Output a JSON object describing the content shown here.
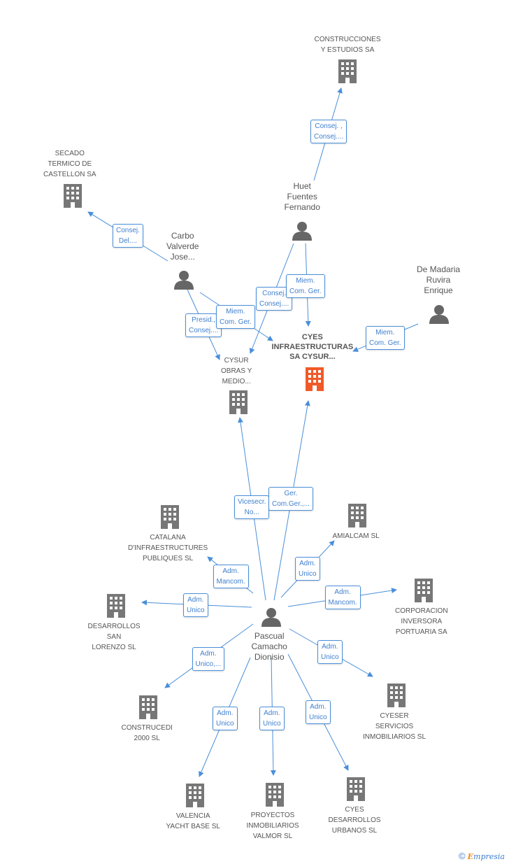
{
  "colors": {
    "edge": "#4a8fd9",
    "company": "#777777",
    "company_main": "#f05a28",
    "person": "#666666"
  },
  "companies": [
    {
      "id": "construcciones",
      "label": [
        "CONSTRUCCIONES",
        "Y ESTUDIOS SA"
      ],
      "main": false
    },
    {
      "id": "secado",
      "label": [
        "SECADO",
        "TERMICO DE",
        "CASTELLON SA"
      ],
      "main": false
    },
    {
      "id": "cyes_infra",
      "label": [
        "CYES",
        "INFRAESTRUCTURAS",
        "SA CYSUR..."
      ],
      "main": true
    },
    {
      "id": "cysur",
      "label": [
        "CYSUR",
        "OBRAS Y",
        "MEDIO..."
      ],
      "main": false
    },
    {
      "id": "catalana",
      "label": [
        "CATALANA",
        "D'INFRAESTRUCTURES",
        "PUBLIQUES  SL"
      ],
      "main": false
    },
    {
      "id": "amialcam",
      "label": [
        "AMIALCAM SL"
      ],
      "main": false
    },
    {
      "id": "desarrollos_san",
      "label": [
        "DESARROLLOS",
        "SAN",
        "LORENZO SL"
      ],
      "main": false
    },
    {
      "id": "corporacion",
      "label": [
        "CORPORACION",
        "INVERSORA",
        "PORTUARIA SA"
      ],
      "main": false
    },
    {
      "id": "construcedi",
      "label": [
        "CONSTRUCEDI",
        "2000 SL"
      ],
      "main": false
    },
    {
      "id": "cyeser",
      "label": [
        "CYESER",
        "SERVICIOS",
        "INMOBILIARIOS SL"
      ],
      "main": false
    },
    {
      "id": "valencia",
      "label": [
        "VALENCIA",
        "YACHT BASE SL"
      ],
      "main": false
    },
    {
      "id": "proyectos",
      "label": [
        "PROYECTOS",
        "INMOBILIARIOS",
        "VALMOR SL"
      ],
      "main": false
    },
    {
      "id": "cyes_desarrollos",
      "label": [
        "CYES",
        "DESARROLLOS",
        "URBANOS SL"
      ],
      "main": false
    }
  ],
  "persons": [
    {
      "id": "huet",
      "label": [
        "Huet",
        "Fuentes",
        "Fernando"
      ]
    },
    {
      "id": "carbo",
      "label": [
        "Carbo",
        "Valverde",
        "Jose..."
      ]
    },
    {
      "id": "demadaria",
      "label": [
        "De Madaria",
        "Ruvira",
        "Enrique"
      ]
    },
    {
      "id": "pascual",
      "label": [
        "Pascual",
        "Camacho",
        "Dionisio"
      ]
    }
  ],
  "relations": [
    {
      "from": "huet",
      "to": "construcciones",
      "label": [
        "Consej. ,",
        "Consej...."
      ]
    },
    {
      "from": "carbo",
      "to": "secado",
      "label": [
        "Consej.",
        "Del...."
      ]
    },
    {
      "from": "huet",
      "to": "cysur",
      "label": [
        "Consej.",
        "Consej...."
      ]
    },
    {
      "from": "huet",
      "to": "cyes_infra",
      "label": [
        "Miem.",
        "Com. Ger."
      ]
    },
    {
      "from": "carbo",
      "to": "cysur",
      "label": [
        "Presid.,",
        "Consej...."
      ]
    },
    {
      "from": "carbo",
      "to": "cyes_infra",
      "label": [
        "Miem.",
        "Com. Ger."
      ]
    },
    {
      "from": "demadaria",
      "to": "cyes_infra",
      "label": [
        "Miem.",
        "Com. Ger."
      ]
    },
    {
      "from": "pascual",
      "to": "cysur",
      "label": [
        "Vicesecr.",
        "No..."
      ]
    },
    {
      "from": "pascual",
      "to": "cyes_infra",
      "label": [
        "Ger.",
        "Com.Ger.,..."
      ]
    },
    {
      "from": "pascual",
      "to": "catalana",
      "label": [
        "Adm.",
        "Mancom."
      ]
    },
    {
      "from": "pascual",
      "to": "amialcam",
      "label": [
        "Adm.",
        "Unico"
      ]
    },
    {
      "from": "pascual",
      "to": "desarrollos_san",
      "label": [
        "Adm.",
        "Unico"
      ]
    },
    {
      "from": "pascual",
      "to": "corporacion",
      "label": [
        "Adm.",
        "Mancom."
      ]
    },
    {
      "from": "pascual",
      "to": "construcedi",
      "label": [
        "Adm.",
        "Unico,..."
      ]
    },
    {
      "from": "pascual",
      "to": "cyeser",
      "label": [
        "Adm.",
        "Unico"
      ]
    },
    {
      "from": "pascual",
      "to": "valencia",
      "label": [
        "Adm.",
        "Unico"
      ]
    },
    {
      "from": "pascual",
      "to": "proyectos",
      "label": [
        "Adm.",
        "Unico"
      ]
    },
    {
      "from": "pascual",
      "to": "cyes_desarrollos",
      "label": [
        "Adm.",
        "Unico"
      ]
    }
  ],
  "footer": {
    "copyright": "©",
    "brand_initial": "E",
    "brand_rest": "mpresia"
  }
}
